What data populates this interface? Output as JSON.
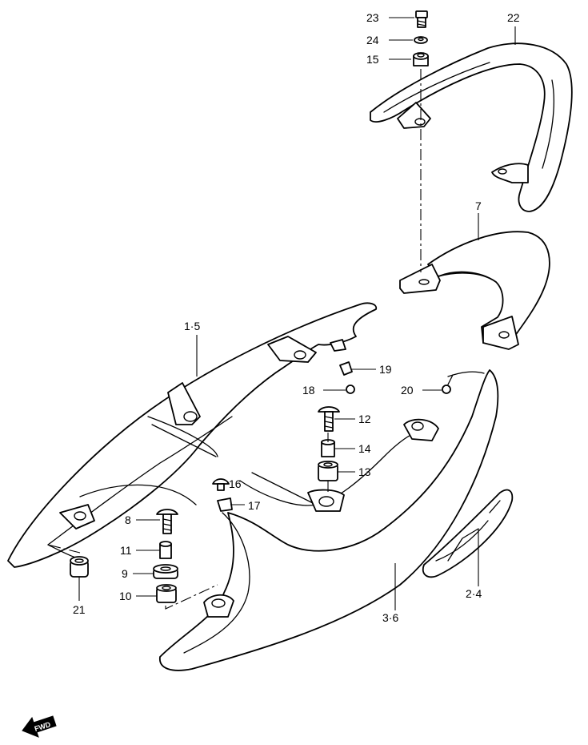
{
  "diagram": {
    "callouts": [
      {
        "id": "23",
        "label": "23"
      },
      {
        "id": "24",
        "label": "24"
      },
      {
        "id": "15",
        "label": "15"
      },
      {
        "id": "22",
        "label": "22"
      },
      {
        "id": "7",
        "label": "7"
      },
      {
        "id": "1-5",
        "label": "1·5"
      },
      {
        "id": "19",
        "label": "19"
      },
      {
        "id": "18",
        "label": "18"
      },
      {
        "id": "20",
        "label": "20"
      },
      {
        "id": "12",
        "label": "12"
      },
      {
        "id": "14",
        "label": "14"
      },
      {
        "id": "13",
        "label": "13"
      },
      {
        "id": "16",
        "label": "16"
      },
      {
        "id": "17",
        "label": "17"
      },
      {
        "id": "8",
        "label": "8"
      },
      {
        "id": "11",
        "label": "11"
      },
      {
        "id": "9",
        "label": "9"
      },
      {
        "id": "10",
        "label": "10"
      },
      {
        "id": "21",
        "label": "21"
      },
      {
        "id": "3-6",
        "label": "3·6"
      },
      {
        "id": "2-4",
        "label": "2·4"
      }
    ],
    "fwd_label": "FWD"
  }
}
